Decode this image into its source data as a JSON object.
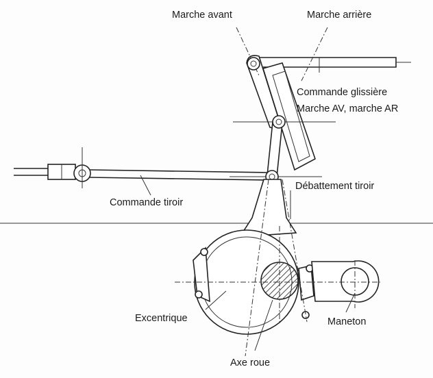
{
  "diagram": {
    "labels": {
      "marche_avant": "Marche avant",
      "marche_arriere": "Marche arrière",
      "commande_glissiere": "Commande glissière",
      "marche_av_ar": "Marche AV, marche AR",
      "debattement_tiroir": "Débattement tiroir",
      "commande_tiroir": "Commande tiroir",
      "excentrique": "Excentrique",
      "maneton": "Maneton",
      "axe_roue": "Axe roue"
    }
  }
}
